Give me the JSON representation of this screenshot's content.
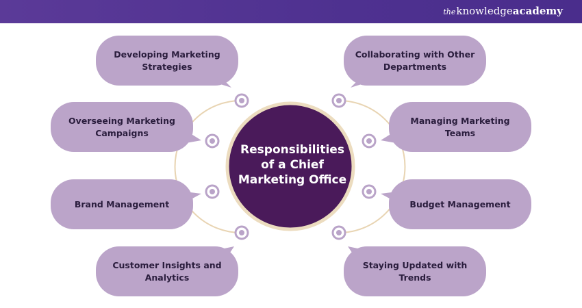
{
  "brand": {
    "the": "the",
    "knowledge": "knowledge",
    "academy": "academy"
  },
  "center": {
    "title": "Responsibilities of a Chief Marketing Office"
  },
  "items": {
    "developing": "Developing Marketing Strategies",
    "overseeing": "Overseeing Marketing Campaigns",
    "brand": "Brand Management",
    "customer": "Customer Insights and Analytics",
    "collaborating": "Collaborating with Other Departments",
    "managing": "Managing Marketing Teams",
    "budget": "Budget Management",
    "staying": "Staying Updated with Trends"
  },
  "colors": {
    "header": "#4e3190",
    "bubble": "#bba4c9",
    "center": "#4a1a5a",
    "ring": "#e8d4b2",
    "node": "#b9a3c8"
  }
}
